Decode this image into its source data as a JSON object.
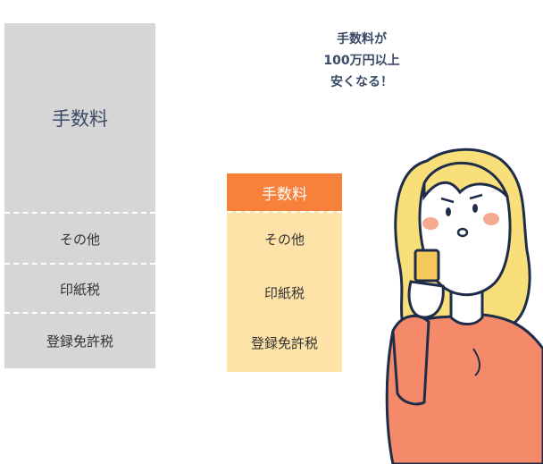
{
  "left_bar": {
    "fee_label": "手数料",
    "items": [
      "その他",
      "印紙税",
      "登録免許税"
    ]
  },
  "right_bar": {
    "fee_label": "手数料",
    "items": [
      "その他",
      "印紙税",
      "登録免許税"
    ]
  },
  "caption": {
    "lines": [
      "手数料が",
      "100万円以上",
      "安くなる！"
    ]
  },
  "colors": {
    "gray_bar": "#d6d6d6",
    "orange_header": "#f7813b",
    "light_orange": "#fde3a8",
    "navy_text": "#3a4a66"
  },
  "illustration": "woman-holding-card-worried"
}
